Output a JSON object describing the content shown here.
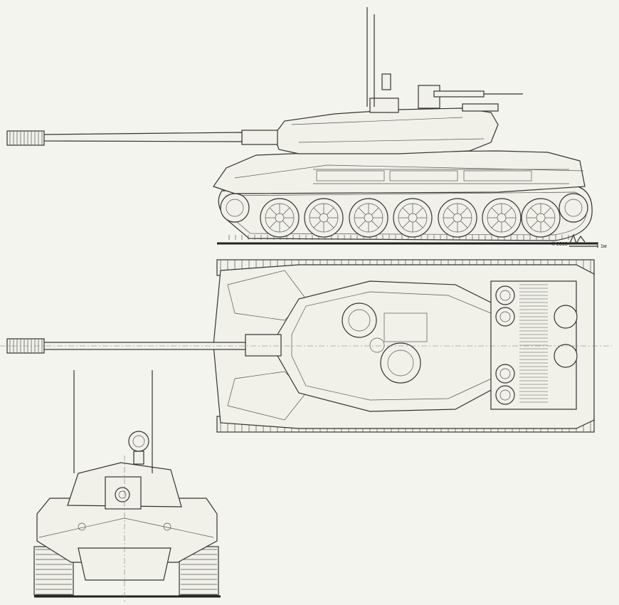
{
  "drawing": {
    "copyright_label": "© 2016",
    "scale_unit_label": "1м",
    "signature_mark": "author-signature"
  },
  "colors": {
    "paper": "#f4f4ee",
    "ink": "#333333"
  }
}
